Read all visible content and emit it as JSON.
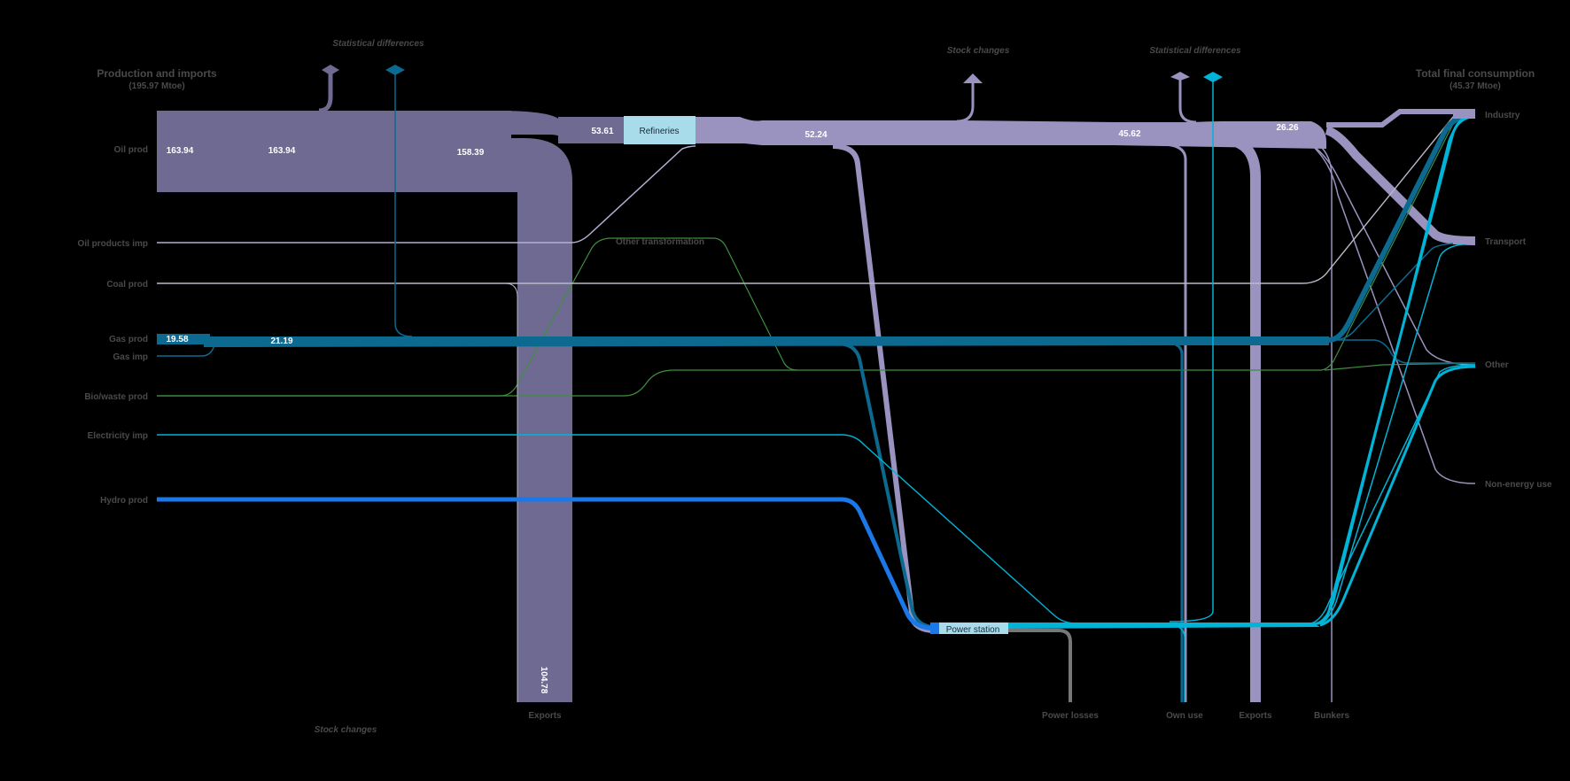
{
  "headers": {
    "left_title": "Production and imports",
    "left_sub": "(195.97 Mtoe)",
    "right_title": "Total final consumption",
    "right_sub": "(45.37 Mtoe)"
  },
  "sources": {
    "oil_prod": "Oil prod",
    "oil_products_imp": "Oil products imp",
    "coal_prod": "Coal prod",
    "gas_prod": "Gas prod",
    "gas_imp": "Gas imp",
    "biowaste_prod": "Bio/waste prod",
    "electricity_imp": "Electricity imp",
    "hydro_prod": "Hydro prod"
  },
  "sinks": {
    "industry": "Industry",
    "transport": "Transport",
    "other": "Other",
    "non_energy": "Non-energy use"
  },
  "bottom": {
    "exports_left": "Exports",
    "power_losses": "Power losses",
    "own_use": "Own use",
    "exports_right": "Exports",
    "bunkers": "Bunkers"
  },
  "annotations": {
    "stat_diff_left": "Statistical differences",
    "stat_diff_right": "Statistical differences",
    "stock_changes_top": "Stock  changes",
    "stock_changes_bottom": "Stock changes"
  },
  "nodes": {
    "refineries": "Refineries",
    "other_transformation": "Other transformation",
    "power_station": "Power station"
  },
  "values": {
    "oil_1": "163.94",
    "oil_2": "163.94",
    "oil_3": "158.39",
    "refinery_in": "53.61",
    "ref_out": "52.24",
    "ref_mid": "45.62",
    "ref_end": "26.26",
    "gas_1": "19.58",
    "gas_2": "21.19",
    "exports": "104.78"
  },
  "colors": {
    "oil_dark": "#6e6a92",
    "oil_light": "#9a93c0",
    "gas": "#0c6a90",
    "hydro": "#1b78e8",
    "electricity": "#00b4d8",
    "bio": "#3f8f3f",
    "coal": "#b9b9c8",
    "losses": "#777777",
    "ref_box": "#a8dcea"
  }
}
